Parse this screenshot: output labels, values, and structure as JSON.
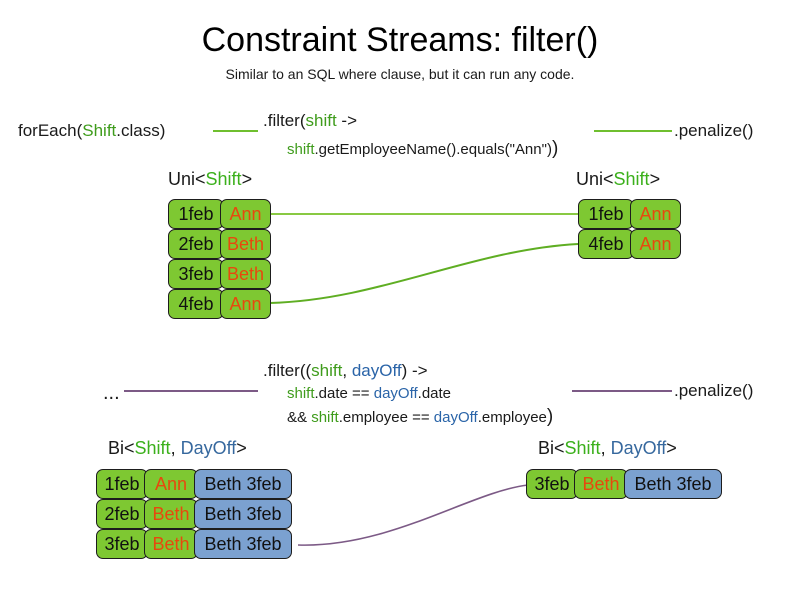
{
  "header": {
    "title": "Constraint Streams: filter()",
    "subtitle": "Similar to an SQL where clause, but it can run any code."
  },
  "colors": {
    "green_fact": "#7ec832",
    "blue_fact": "#7ba1d0",
    "shift_token": "#3f9c1c",
    "dayoff_token": "#2a64a8",
    "name_text": "#e8480e",
    "green_wire": "#6fbf2f",
    "purple_wire": "#7c5a86"
  },
  "uni_section": {
    "source_call": {
      "prefix": "forEach(",
      "type": "Shift",
      "suffix": ".class)"
    },
    "filter": {
      "line1_prefix": ".filter(",
      "line1_param": "shift",
      "line1_suffix": " ->",
      "line2_param": "shift",
      "line2_body": ".getEmployeeName().equals(\"Ann\")",
      "line2_close": ")"
    },
    "penalize": ".penalize()",
    "input_label": {
      "prefix": "Uni<",
      "type1": "Shift",
      "suffix": ">"
    },
    "output_label": {
      "prefix": "Uni<",
      "type1": "Shift",
      "suffix": ">"
    },
    "input_rows": [
      {
        "date": "1feb",
        "name": "Ann"
      },
      {
        "date": "2feb",
        "name": "Beth"
      },
      {
        "date": "3feb",
        "name": "Beth"
      },
      {
        "date": "4feb",
        "name": "Ann"
      }
    ],
    "output_rows": [
      {
        "date": "1feb",
        "name": "Ann"
      },
      {
        "date": "4feb",
        "name": "Ann"
      }
    ]
  },
  "bi_section": {
    "source_call": "...",
    "filter": {
      "line1_prefix": ".filter((",
      "line1_param1": "shift",
      "line1_comma": ", ",
      "line1_param2": "dayOff",
      "line1_suffix": ") ->",
      "line2_param1": "shift",
      "line2_mid": ".date == ",
      "line2_param2": "dayOff",
      "line2_end": ".date",
      "line3_amp": "&& ",
      "line3_param1": "shift",
      "line3_mid": ".employee == ",
      "line3_param2": "dayOff",
      "line3_end": ".employee",
      "line3_close": ")"
    },
    "penalize": ".penalize()",
    "input_label": {
      "prefix": "Bi<",
      "type1": "Shift",
      "comma": ", ",
      "type2": "DayOff",
      "suffix": ">"
    },
    "output_label": {
      "prefix": "Bi<",
      "type1": "Shift",
      "comma": ", ",
      "type2": "DayOff",
      "suffix": ">"
    },
    "input_rows": [
      {
        "date": "1feb",
        "name": "Ann",
        "dayoff": "Beth 3feb"
      },
      {
        "date": "2feb",
        "name": "Beth",
        "dayoff": "Beth 3feb"
      },
      {
        "date": "3feb",
        "name": "Beth",
        "dayoff": "Beth 3feb"
      }
    ],
    "output_rows": [
      {
        "date": "3feb",
        "name": "Beth",
        "dayoff": "Beth 3feb"
      }
    ]
  }
}
